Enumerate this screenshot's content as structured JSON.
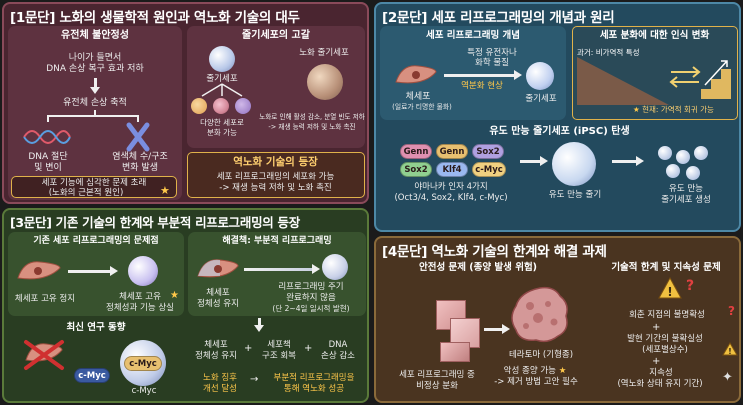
{
  "panel1": {
    "title": "[1문단] 노화의 생물학적 원인과 역노화 기술의 대두",
    "left": {
      "heading": "유전체 불안정성",
      "line1": "나이가 들면서",
      "line2": "DNA 손상 복구 효과 저하",
      "accum": "유전체 손상 축적",
      "dna1": "DNA 절단",
      "dna2": "및 변이",
      "chr1": "염색체 수/구조",
      "chr2": "변화 발생",
      "warn1": "세포 기능에 심각한 문제 초래",
      "warn2": "(노화의 근본적 원인)"
    },
    "right": {
      "heading": "줄기세포의 고갈",
      "aged": "노화 줄기세포",
      "stem": "줄기세포",
      "div1": "다양한 세포로",
      "div2": "분화 가능",
      "aging1": "노화로 인해 활성 감소, 분열 빈도 저하",
      "aging2": "-> 재생 능력 저하 및 노화 촉진"
    },
    "rise": {
      "title": "역노화 기술의 등장",
      "l1": "세포 리프로그래밍의 세포화 가능",
      "l2": "-> 재생 능력 저하 및 노화 촉진"
    }
  },
  "panel2": {
    "title": "[2문단] 세포 리프로그래밍의 개념과 원리",
    "concept": "세포 리프로그래밍 개념",
    "factor1": "특정 유전자나",
    "factor2": "화학 물질",
    "reverse": "역분화 현상",
    "somatic1": "체세포",
    "somatic2": "(일료가 티명한 물화)",
    "stem": "줄기세포",
    "diff_title": "세포 분화에 대한 인식 변화",
    "past": "과거: 비가역적 특성",
    "now": "현재: 가역적 회귀 가능",
    "ipsc_title": "유도 만능 줄기세포 (iPSC) 탄생",
    "factors": [
      "Genn",
      "Genn",
      "Sox2",
      "Sox2",
      "Klf4",
      "c-Myc"
    ],
    "yamanaka1": "야마나카 인자 4가지",
    "yamanaka2": "(Oct3/4, Sox2, Klf4, c-Myc)",
    "induced": "유도 만능 줄기",
    "result1": "유도 만능",
    "result2": "줄기세포 생성"
  },
  "panel3": {
    "title": "[3문단] 기존 기술의 한계와 부분적 리프로그래밍의 등장",
    "problem": "기존 세포 리프로그래밍의 문제점",
    "solution": "해결책: 부분적 리프로그래밍",
    "halt": "체세포 고유 정지",
    "loss1": "체세포 고유",
    "loss2": "정체성과 기능 상실",
    "keep1": "체세포",
    "keep2": "정체성 유지",
    "cycle1": "리프로그래밍 주기",
    "cycle2": "완료하지 않음",
    "cycle3": "(단 2~4일 일시적 발현)",
    "recent": "최신 연구 동향",
    "r1a": "체세포",
    "r1b": "정체성 유지",
    "r2a": "세포책",
    "r2b": "구조 회복",
    "r3a": "DNA",
    "r3b": "손상 감소",
    "cmyc": "c-Myc",
    "cmyc_label": "c-Myc",
    "improve1": "노화 징후",
    "improve2": "개선 달성",
    "success1": "부분적 리프로그래밍을",
    "success2": "통해 역노화 성공"
  },
  "panel4": {
    "title": "[4문단] 역노화 기술의 한계와 해결 과제",
    "safety": "안전성 문제 (종양 발생 위험)",
    "tech": "기술적 한계 및 지속성 문제",
    "abnormal1": "세포 리프로그래밍 중",
    "abnormal2": "비정상 분화",
    "teratoma": "테라토마 (기형종)",
    "malignant1": "악성 종양 가능",
    "malignant2": "-> 제거 방법 고안 필수",
    "u1": "회춘 지점의 불명확성",
    "u2a": "발현 기간의 불확실성",
    "u2b": "(세포별상수)",
    "u3a": "지속성",
    "u3b": "(역노화 상태 유지 기간)"
  }
}
